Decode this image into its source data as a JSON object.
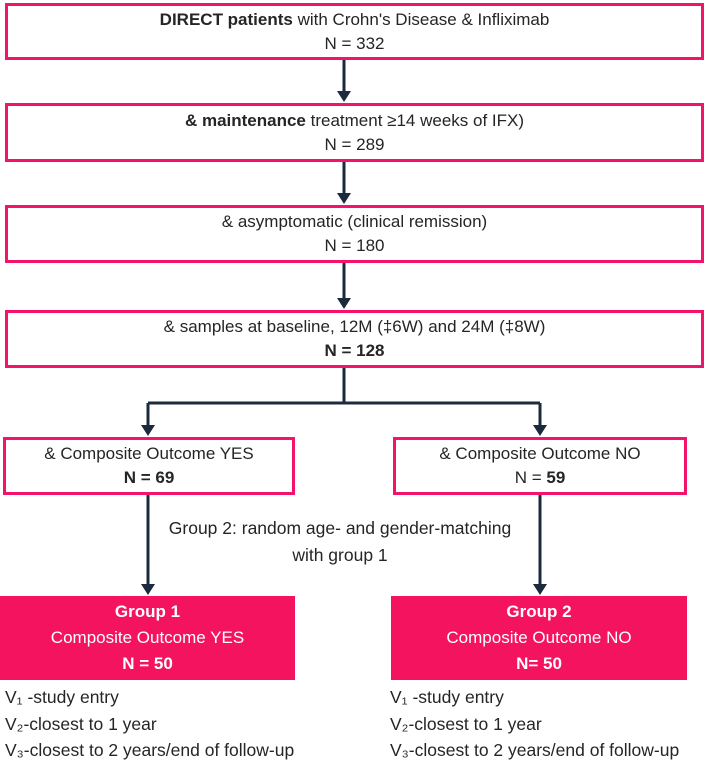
{
  "colors": {
    "pink_border": "#F4126A",
    "pink_fill": "#F4135F",
    "arrow_navy": "#1B2B3D",
    "text": "#252525",
    "box_text_on_fill": "#FFFFFF"
  },
  "flowchart": {
    "box1": {
      "bold": "DIRECT patients",
      "rest": " with Crohn's Disease & Infliximab",
      "n": "N = 332"
    },
    "box2": {
      "bold": "& maintenance",
      "rest": " treatment ≥14 weeks of IFX)",
      "n": "N = 289"
    },
    "box3": {
      "text": "& asymptomatic (clinical remission)",
      "n": "N = 180"
    },
    "box4": {
      "text": "& samples at baseline, 12M (‡6W) and 24M (‡8W)",
      "n": "N = 128"
    },
    "branch_yes": {
      "text": "& Composite Outcome YES",
      "n": "N = 69"
    },
    "branch_no": {
      "text": "& Composite Outcome NO",
      "n_prefix": "N = ",
      "n_value": "59"
    },
    "matching_note": {
      "line1": "Group 2: random age- and gender-matching",
      "line2": "with group 1"
    },
    "group1": {
      "title": "Group 1",
      "subtitle": "Composite Outcome YES",
      "n": "N = 50"
    },
    "group2": {
      "title": "Group 2",
      "subtitle": "Composite Outcome NO",
      "n": "N= 50"
    },
    "visits_left": {
      "v1": "V₁ -study entry",
      "v2": "V₂-closest to 1 year",
      "v3": "V₃-closest to 2 years/end of follow-up"
    },
    "visits_right": {
      "v1": "V₁ -study entry",
      "v2": "V₂-closest to 1 year",
      "v3": "V₃-closest to 2 years/end of follow-up"
    }
  }
}
